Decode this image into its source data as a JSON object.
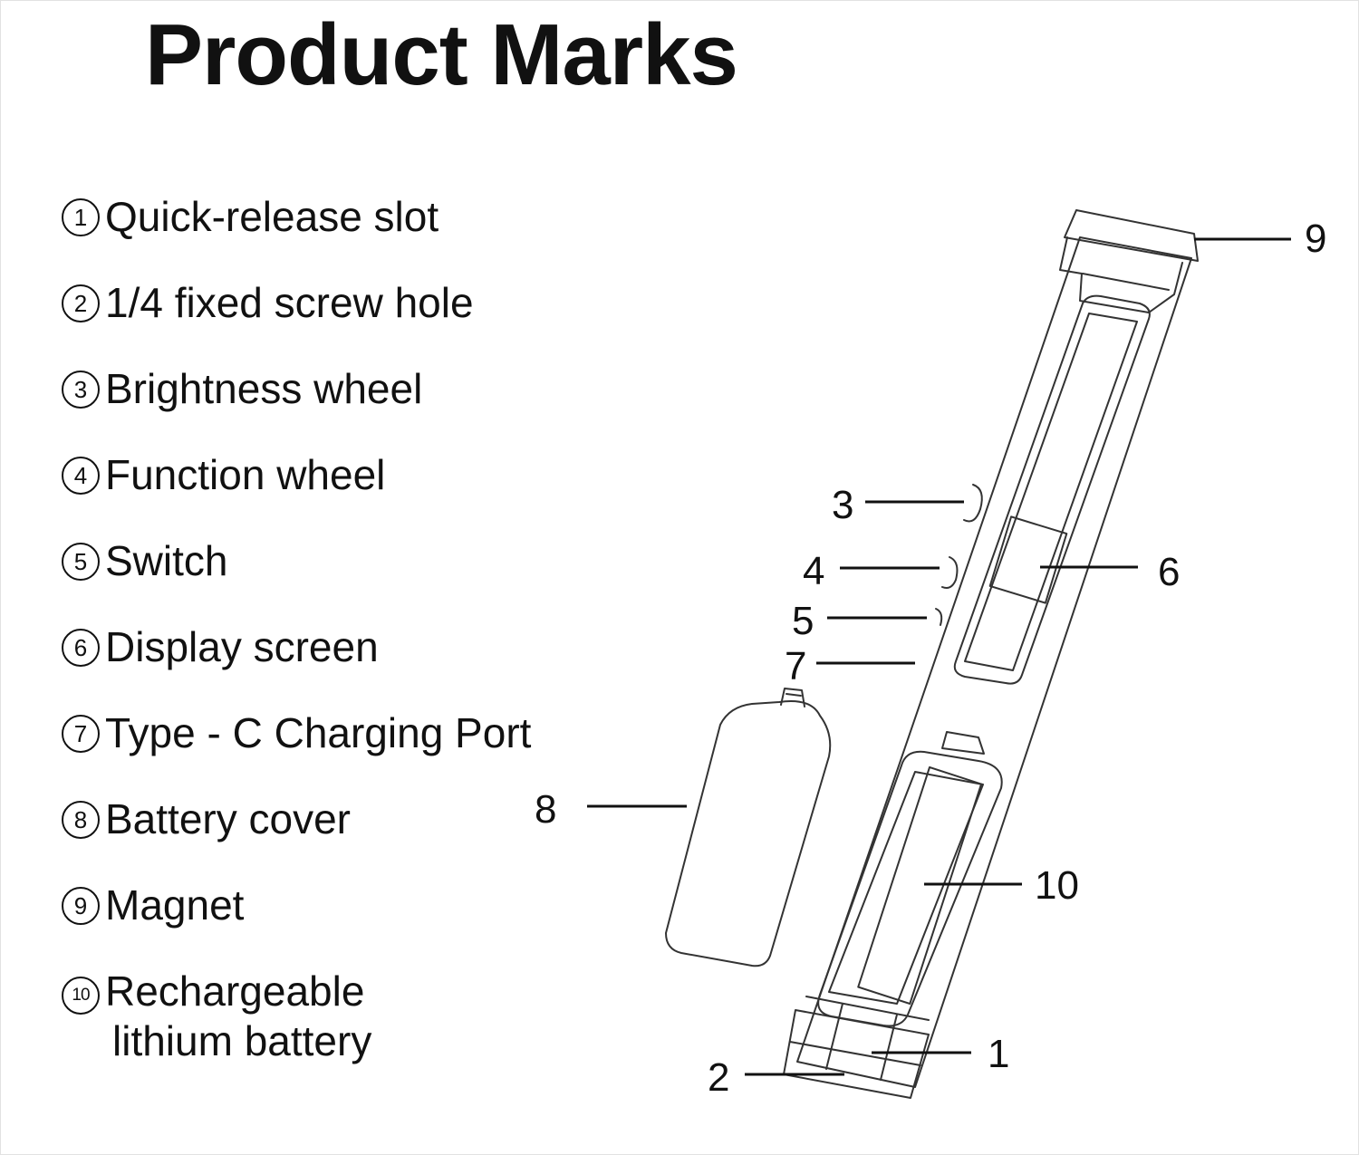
{
  "title": "Product Marks",
  "legend": [
    {
      "num": "1",
      "label": "Quick-release slot"
    },
    {
      "num": "2",
      "label": "1/4 fixed screw hole"
    },
    {
      "num": "3",
      "label": "Brightness wheel"
    },
    {
      "num": "4",
      "label": "Function wheel"
    },
    {
      "num": "5",
      "label": "Switch"
    },
    {
      "num": "6",
      "label": "Display screen"
    },
    {
      "num": "7",
      "label": "Type - C Charging Port"
    },
    {
      "num": "8",
      "label": "Battery cover"
    },
    {
      "num": "9",
      "label": "Magnet"
    },
    {
      "num": "10",
      "label": "Rechargeable",
      "label2": "lithium battery"
    }
  ],
  "callouts": [
    "1",
    "2",
    "3",
    "4",
    "5",
    "6",
    "7",
    "8",
    "9",
    "10"
  ]
}
